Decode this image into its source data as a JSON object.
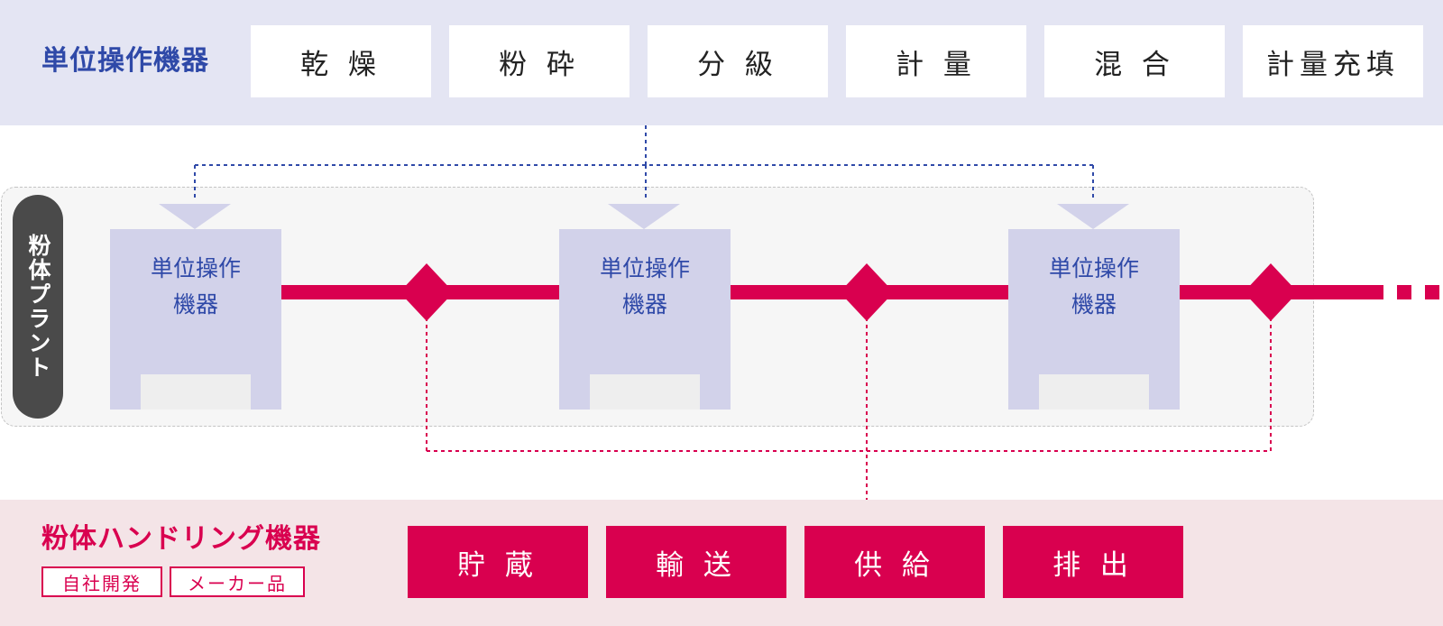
{
  "unit_operations": {
    "title": "単位操作機器",
    "items": [
      "乾 燥",
      "粉 砕",
      "分 級",
      "計 量",
      "混 合",
      "計量充填"
    ]
  },
  "plant": {
    "label": "粉体プラント",
    "unit_label_line1": "単位操作",
    "unit_label_line2": "機器",
    "connection_color": "#d9004f",
    "link_color_top": "#2f49a8"
  },
  "handling": {
    "title": "粉体ハンドリング機器",
    "tags": [
      "自社開発",
      "メーカー品"
    ],
    "items": [
      "貯 蔵",
      "輸 送",
      "供 給",
      "排 出"
    ]
  },
  "colors": {
    "accent_blue": "#2f49a8",
    "accent_red": "#d9004f",
    "band_top": "#e4e5f3",
    "band_bottom": "#f4e4e7",
    "unit_fill": "#d2d2ea"
  }
}
